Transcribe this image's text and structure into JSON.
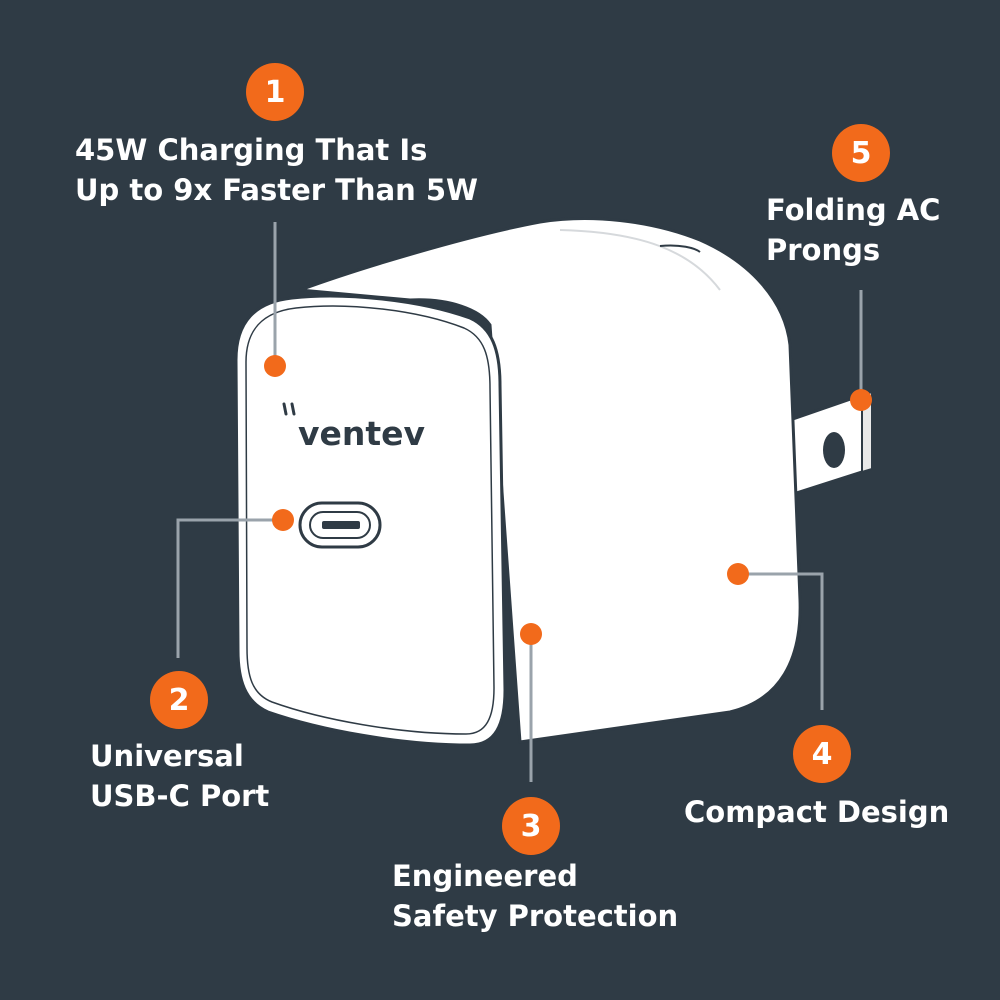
{
  "brand": {
    "name": "ventev"
  },
  "colors": {
    "background": "#2f3b45",
    "accent": "#f26a1b",
    "connector": "#9aa3ab",
    "device": "#ffffff"
  },
  "callouts": [
    {
      "number": "1",
      "lines": [
        "45W Charging That Is",
        "Up to 9x Faster Than 5W"
      ]
    },
    {
      "number": "2",
      "lines": [
        "Universal",
        "USB-C Port"
      ]
    },
    {
      "number": "3",
      "lines": [
        "Engineered",
        "Safety Protection"
      ]
    },
    {
      "number": "4",
      "lines": [
        "Compact Design"
      ]
    },
    {
      "number": "5",
      "lines": [
        "Folding AC",
        "Prongs"
      ]
    }
  ]
}
